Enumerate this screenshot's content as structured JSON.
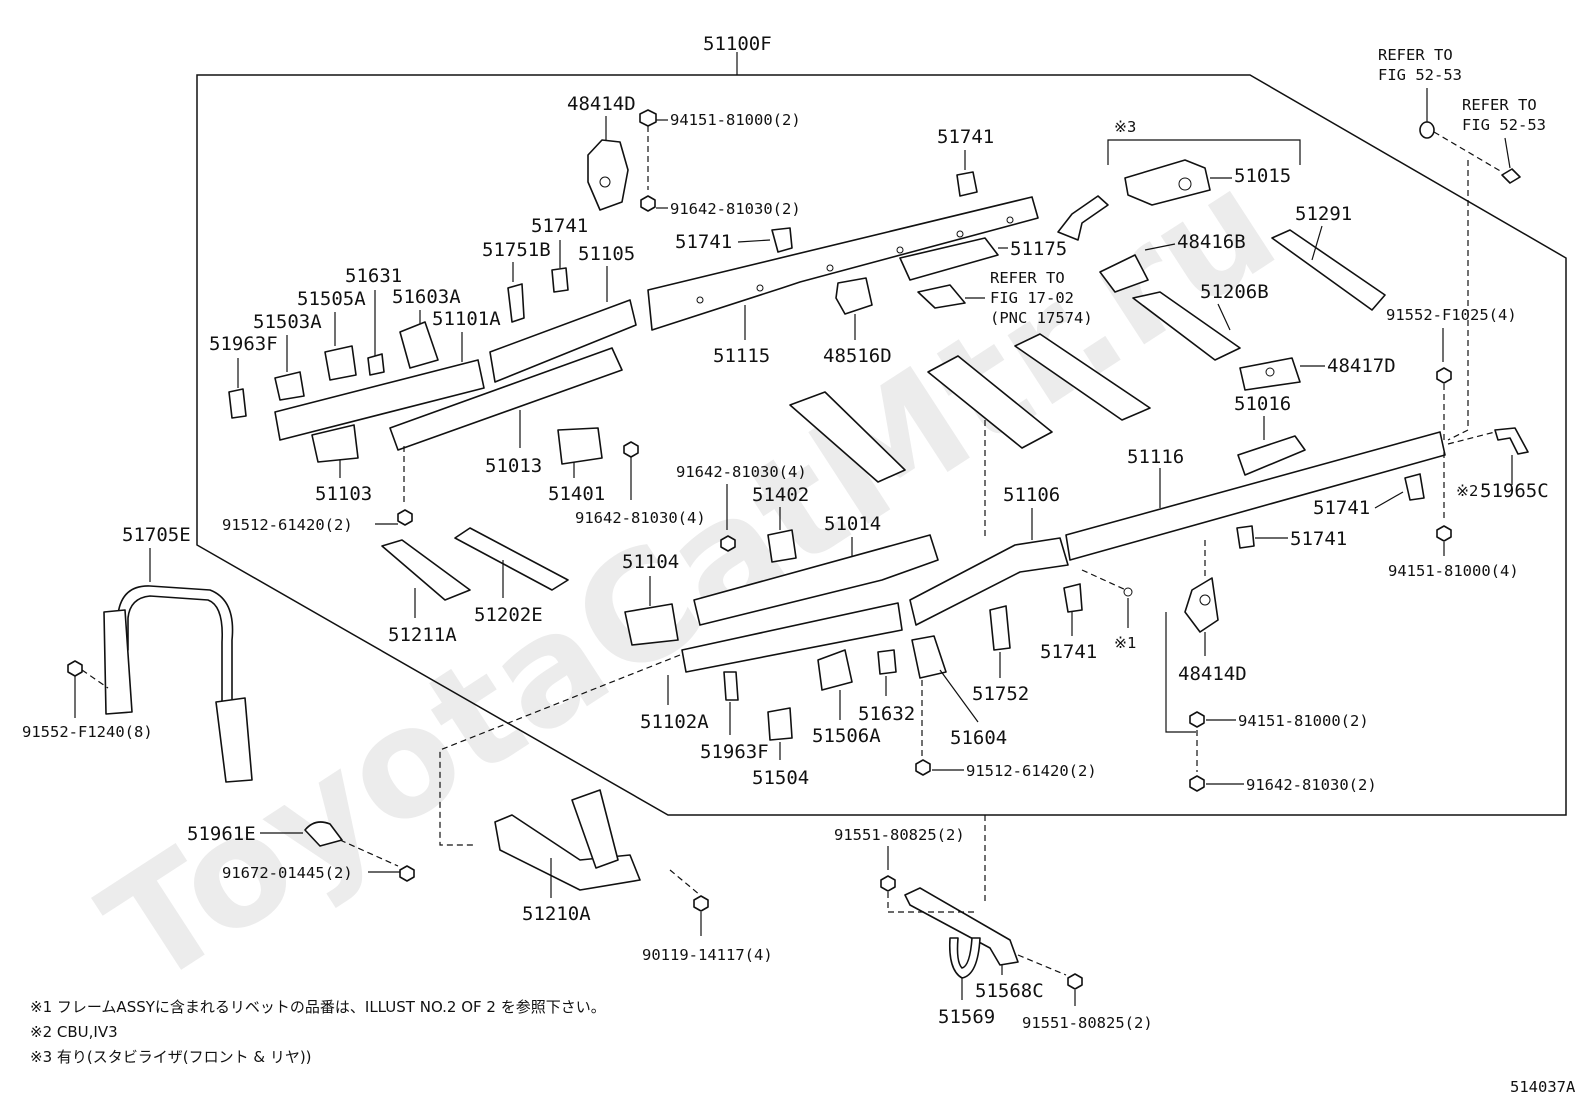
{
  "diagram": {
    "main_assembly": "51100F",
    "figure_code": "514037A",
    "refer_1": {
      "line1": "REFER TO",
      "line2": "FIG 52-53"
    },
    "refer_2": {
      "line1": "REFER TO",
      "line2": "FIG 52-53"
    },
    "refer_3": {
      "line1": "REFER TO",
      "line2": "FIG 17-02",
      "line3": "(PNC 17574)"
    },
    "bracket_mark_3": "※3",
    "mark_1": "※1",
    "mark_2": "※2",
    "labels": {
      "p48414D_top": "48414D",
      "p94151_top": "94151-81000(2)",
      "p91642_top": "91642-81030(2)",
      "p51741_top": "51741",
      "p51741_b": "51741",
      "p51741_c": "51741",
      "p51015": "51015",
      "p51175": "51175",
      "p48416B": "48416B",
      "p51291": "51291",
      "p51751B": "51751B",
      "p51105": "51105",
      "p51631": "51631",
      "p51505A": "51505A",
      "p51603A": "51603A",
      "p51503A": "51503A",
      "p51101A": "51101A",
      "p51963F_top": "51963F",
      "p51115": "51115",
      "p48516D": "48516D",
      "p51206B": "51206B",
      "p91552F1025": "91552-F1025(4)",
      "p48417D": "48417D",
      "p51016": "51016",
      "p51013": "51013",
      "p51103": "51103",
      "p51401": "51401",
      "p91642_mid1": "91642-81030(4)",
      "p51402": "51402",
      "p91642_mid2": "91642-81030(4)",
      "p91512_left": "91512-61420(2)",
      "p51014": "51014",
      "p51116": "51116",
      "p51106": "51106",
      "p51741_right1": "51741",
      "p51741_right2": "51741",
      "p51965C": "51965C",
      "p94151_right": "94151-81000(4)",
      "p51705E": "51705E",
      "p51104": "51104",
      "p51211A": "51211A",
      "p51202E": "51202E",
      "p51741_bottom": "51741",
      "p48414D_bottom": "48414D",
      "p51102A": "51102A",
      "p51963F_bottom": "51963F",
      "p51506A": "51506A",
      "p51632": "51632",
      "p51604": "51604",
      "p51752": "51752",
      "p51504": "51504",
      "p94151_bottom": "94151-81000(2)",
      "p91642_bottom": "91642-81030(2)",
      "p91512_bottom": "91512-61420(2)",
      "p91552F1240": "91552-F1240(8)",
      "p51961E": "51961E",
      "p91672": "91672-01445(2)",
      "p51210A": "51210A",
      "p90119": "90119-14117(4)",
      "p91551_top": "91551-80825(2)",
      "p51568C": "51568C",
      "p51569": "51569",
      "p91551_bottom": "91551-80825(2)"
    },
    "notes": [
      "※1 フレームASSYに含まれるリベットの品番は、ILLUST NO.2 OF 2 を参照下さい。",
      "※2 CBU,IV3",
      "※3 有り(スタビライザ(フロント & リヤ))"
    ],
    "watermark": "ToyotaCatMtr.ru"
  }
}
